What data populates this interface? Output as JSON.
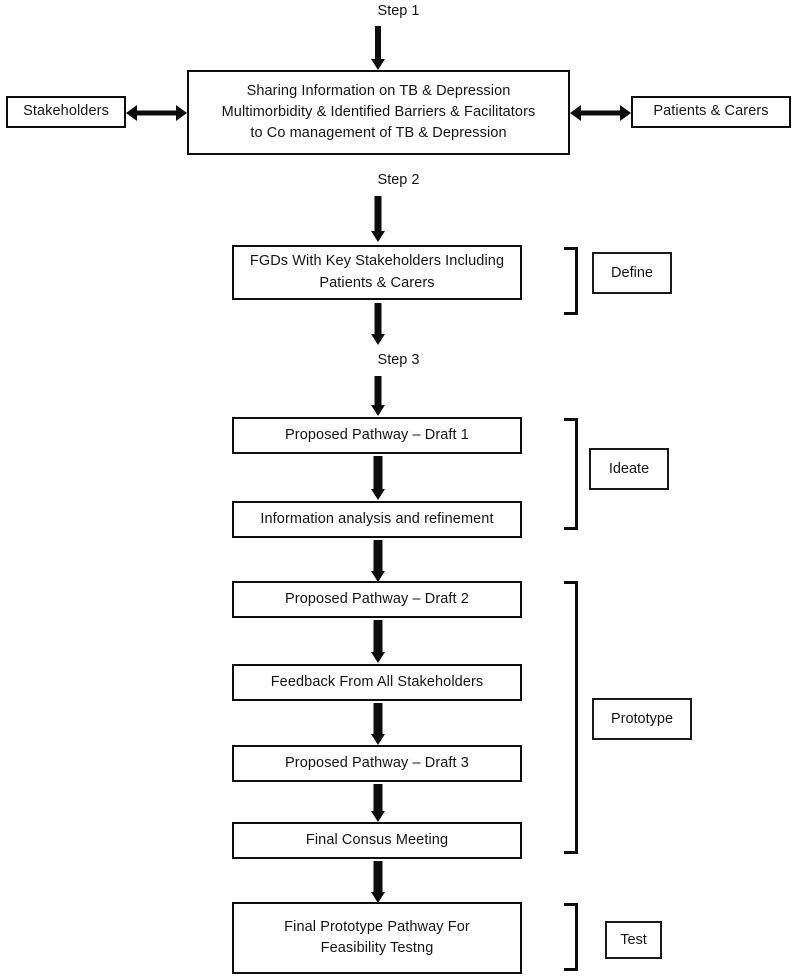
{
  "diagram": {
    "title": "Co-design process flowchart for TB & Depression care pathway",
    "colors": {
      "stroke": "#0d0d0d",
      "text": "#141414",
      "background": "#ffffff"
    },
    "steps": [
      {
        "id": "step-1",
        "label": "Step 1"
      },
      {
        "id": "step-2",
        "label": "Step 2"
      },
      {
        "id": "step-3",
        "label": "Step 3"
      }
    ],
    "main_box": {
      "id": "sharing-information-box",
      "lines": [
        "Sharing Information on TB & Depression",
        "Multimorbidity & Identified Barriers & Facilitators",
        "to Co management of TB & Depression"
      ]
    },
    "side_boxes": [
      {
        "id": "stakeholders-box",
        "label": "Stakeholders",
        "side": "left"
      },
      {
        "id": "patients-carers-box",
        "label": "Patients & Carers",
        "side": "right"
      }
    ],
    "process_boxes": [
      {
        "id": "fgds-box",
        "lines": [
          "FGDs With Key Stakeholders Including",
          "Patients & Carers"
        ]
      },
      {
        "id": "proposed-pathway-draft-1-box",
        "lines": [
          "Proposed Pathway – Draft 1"
        ]
      },
      {
        "id": "information-analysis-box",
        "lines": [
          "Information analysis and refinement"
        ]
      },
      {
        "id": "proposed-pathway-draft-2-box",
        "lines": [
          "Proposed Pathway – Draft 2"
        ]
      },
      {
        "id": "feedback-stakeholders-box",
        "lines": [
          "Feedback From All Stakeholders"
        ]
      },
      {
        "id": "proposed-pathway-draft-3-box",
        "lines": [
          "Proposed Pathway – Draft 3"
        ]
      },
      {
        "id": "final-consus-meeting-box",
        "lines": [
          "Final Consus Meeting"
        ]
      },
      {
        "id": "final-prototype-pathway-box",
        "lines": [
          "Final Prototype Pathway For",
          "Feasibility Testng"
        ]
      }
    ],
    "phases": [
      {
        "id": "phase-define",
        "label": "Define"
      },
      {
        "id": "phase-ideate",
        "label": "Ideate"
      },
      {
        "id": "phase-prototype",
        "label": "Prototype"
      },
      {
        "id": "phase-test",
        "label": "Test"
      }
    ]
  }
}
